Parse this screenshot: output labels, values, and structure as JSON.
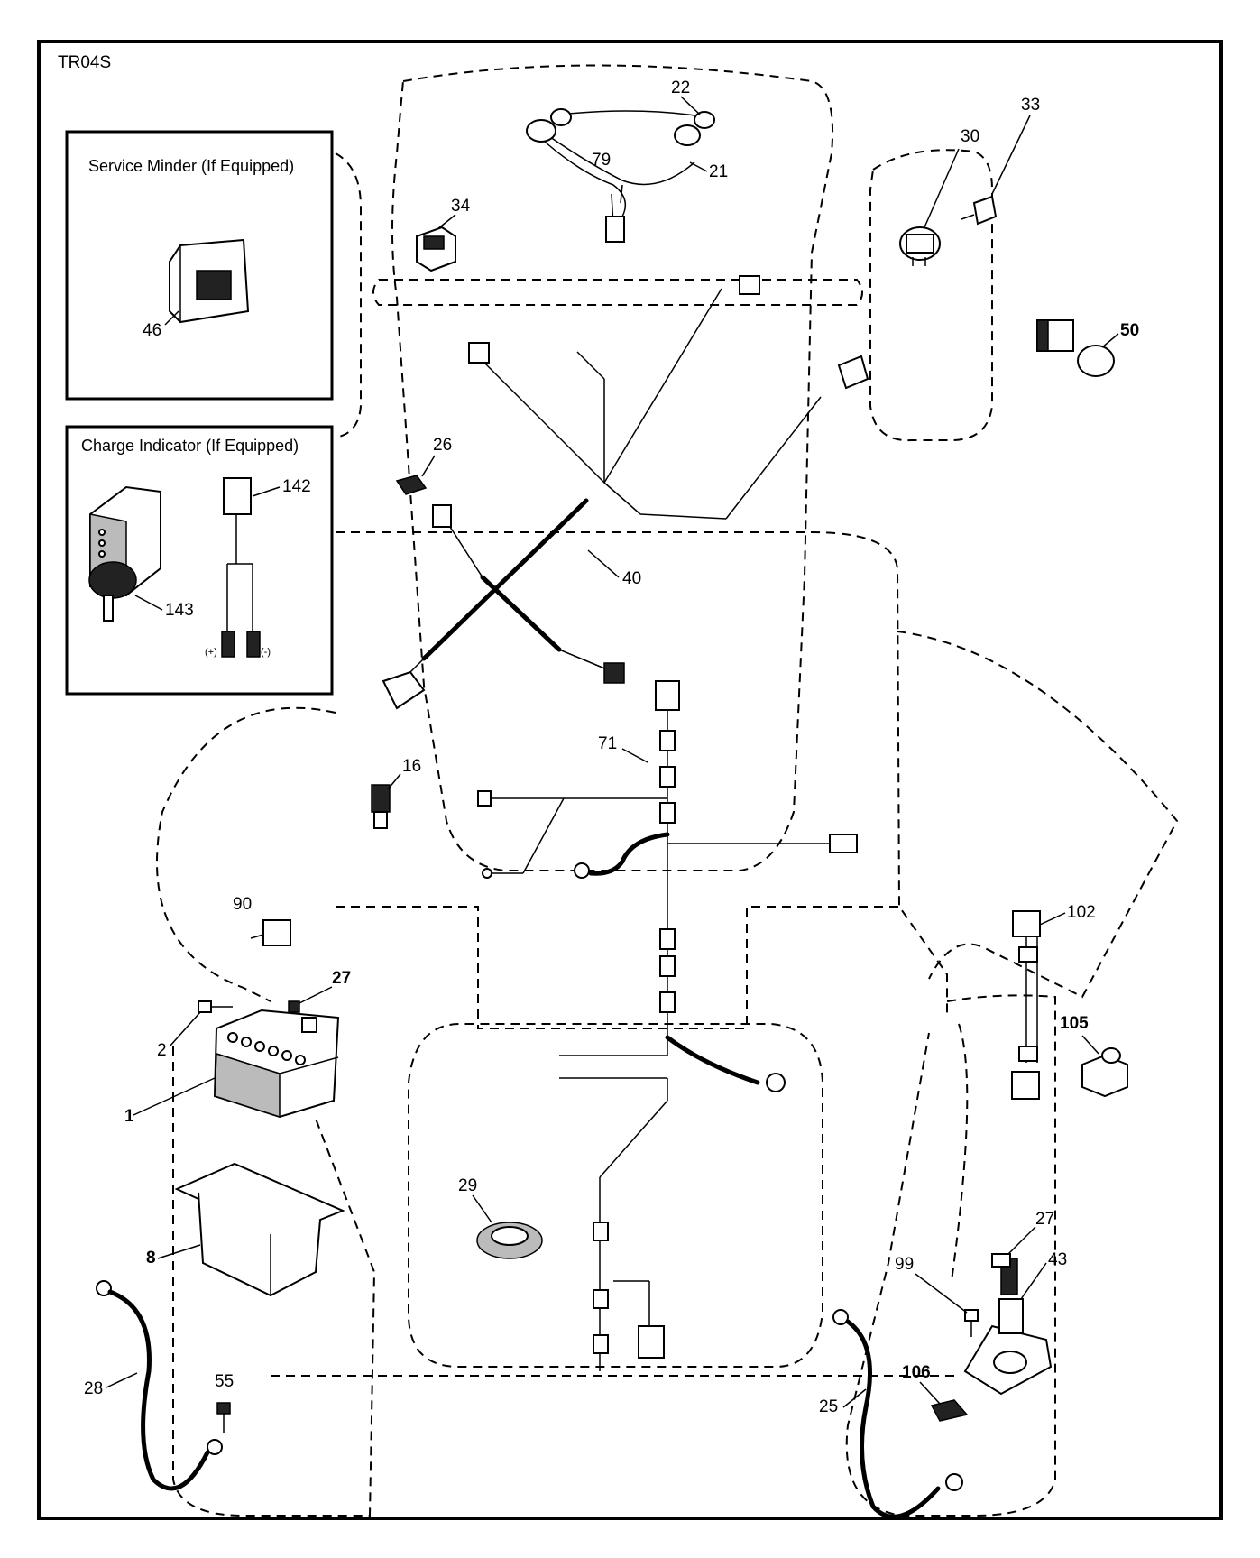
{
  "diagram": {
    "code": "TR04S",
    "insets": {
      "service_minder_title": "Service Minder (If Equipped)",
      "charge_indicator_title": "Charge Indicator (If Equipped)",
      "plus_label": "(+)",
      "minus_label": "(-)"
    },
    "callouts": {
      "p1": "1",
      "p2": "2",
      "p8": "8",
      "p16": "16",
      "p21": "21",
      "p22": "22",
      "p25": "25",
      "p26": "26",
      "p27a": "27",
      "p27b": "27",
      "p28": "28",
      "p29": "29",
      "p30": "30",
      "p33": "33",
      "p34": "34",
      "p40": "40",
      "p43": "43",
      "p46": "46",
      "p50": "50",
      "p55": "55",
      "p71": "71",
      "p79": "79",
      "p90": "90",
      "p99": "99",
      "p102": "102",
      "p105": "105",
      "p106": "106",
      "p142": "142",
      "p143": "143"
    }
  }
}
